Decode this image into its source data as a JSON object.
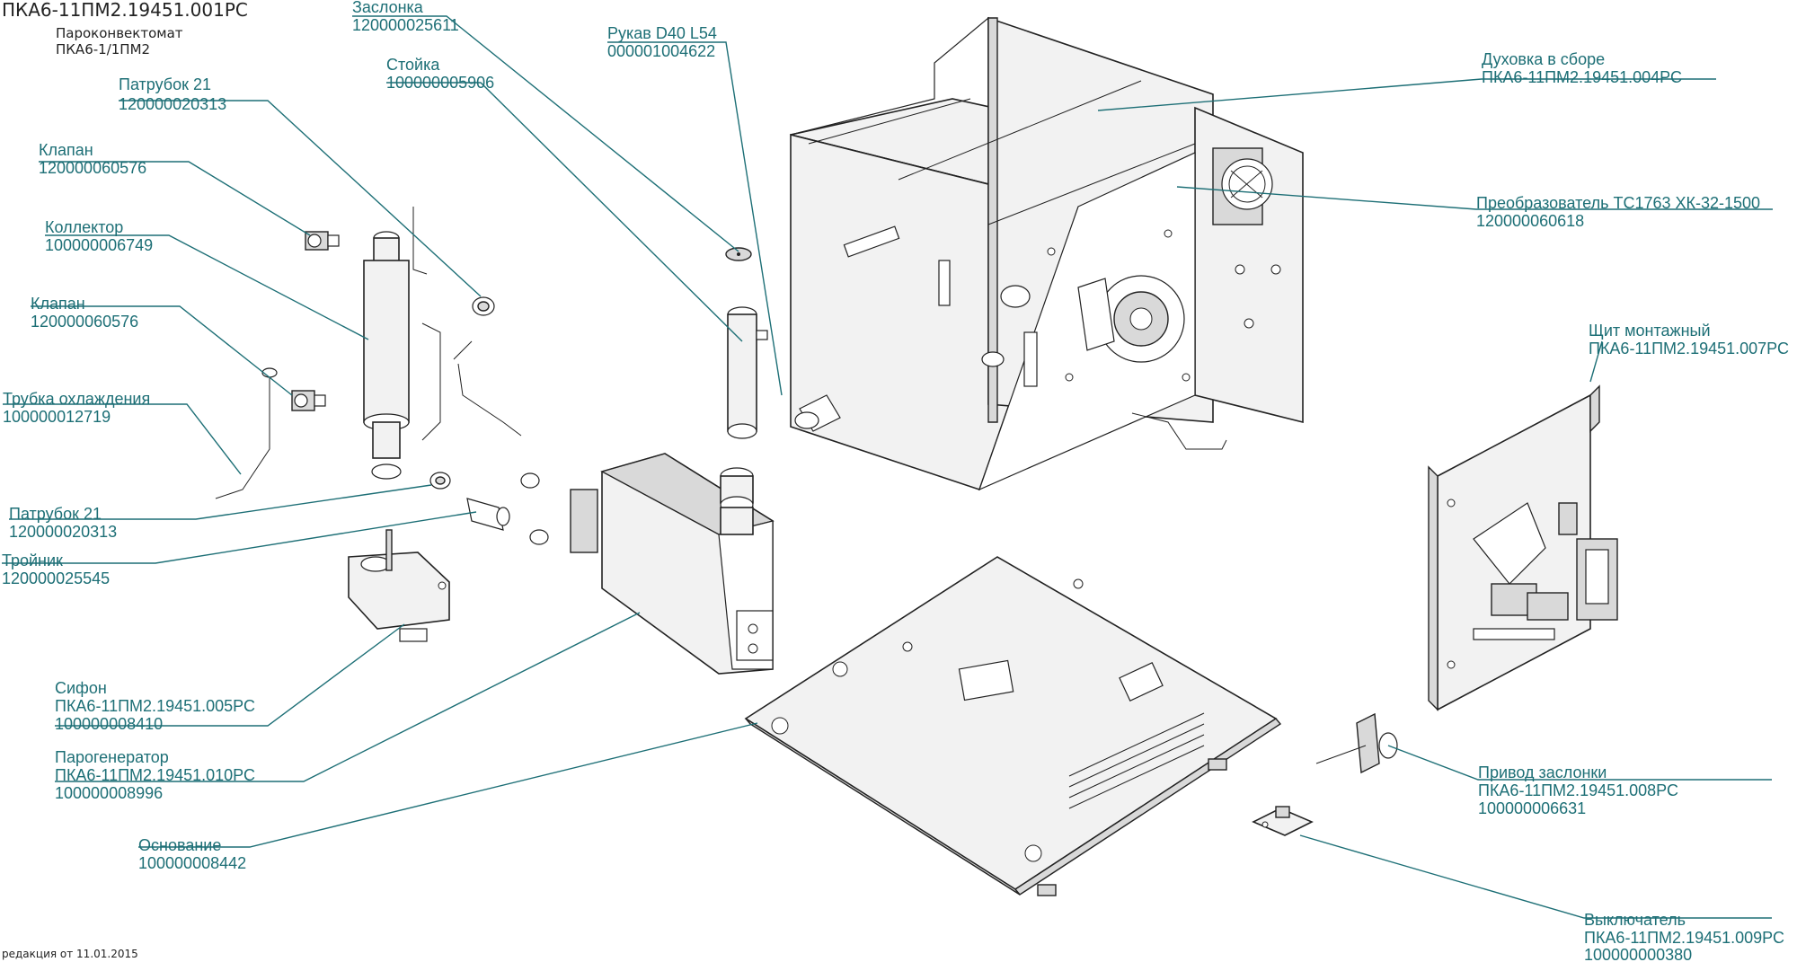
{
  "header": {
    "code": "ПКА6-11ПМ2.19451.001РС",
    "name": "Пароконвектомат",
    "model": "ПКА6-1/1ПМ2"
  },
  "footer": {
    "revision": "редакция от 11.01.2015"
  },
  "labels": {
    "zaslonka": {
      "name": "Заслонка",
      "code": "120000025611"
    },
    "stoyka": {
      "name": "Стойка",
      "code": "100000005906"
    },
    "rukav": {
      "name": "Рукав D40 L54",
      "code": "000001004622"
    },
    "patrubok_top": {
      "name": "Патрубок 21",
      "code": "120000020313"
    },
    "klapan_top": {
      "name": "Клапан",
      "code": "120000060576"
    },
    "kollektor": {
      "name": "Коллектор",
      "code": "100000006749"
    },
    "klapan_mid": {
      "name": "Клапан",
      "code": "120000060576"
    },
    "trubka": {
      "name": "Трубка охлаждения",
      "code": "100000012719"
    },
    "patrubok_bottom": {
      "name": "Патрубок 21",
      "code": "120000020313"
    },
    "troynik": {
      "name": "Тройник",
      "code": "120000025545"
    },
    "sifon": {
      "name": "Сифон",
      "doc": "ПКА6-11ПМ2.19451.005РС",
      "code": "100000008410"
    },
    "parogenerator": {
      "name": "Парогенератор",
      "doc": "ПКА6-11ПМ2.19451.010РС",
      "code": "100000008996"
    },
    "osnovanie": {
      "name": "Основание",
      "code": "100000008442"
    },
    "duhovka": {
      "name": "Духовка в сборе",
      "doc": "ПКА6-11ПМ2.19451.004РС"
    },
    "preobrazovatel": {
      "name": "Преобразователь ТС1763 ХК-32-1500",
      "code": "120000060618"
    },
    "shchit": {
      "name": "Щит монтажный",
      "doc": "ПКА6-11ПМ2.19451.007РС"
    },
    "privod": {
      "name": "Привод заслонки",
      "doc": "ПКА6-11ПМ2.19451.008РС",
      "code": "100000006631"
    },
    "vyklyuchatel": {
      "name": "Выключатель",
      "doc": "ПКА6-11ПМ2.19451.009РС",
      "code": "100000000380"
    }
  },
  "colors": {
    "label_text": "#1d6f76",
    "leader_line": "#1d6f76",
    "drawing_line": "#222222",
    "background": "#ffffff"
  }
}
